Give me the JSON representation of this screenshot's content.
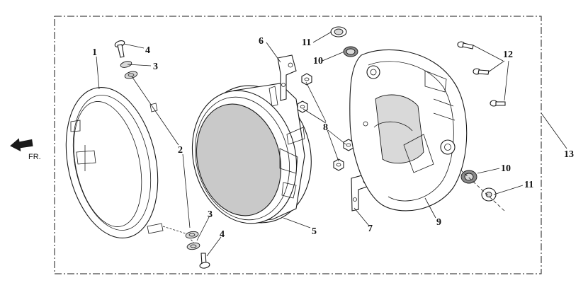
{
  "diagram": {
    "direction_label": "FR.",
    "callouts": {
      "ring": "1",
      "washer_upper": "2",
      "washer_lower": "2",
      "nut_upper": "3",
      "nut_lower": "3",
      "screw_upper": "4",
      "screw_lower": "4",
      "headlight_unit": "5",
      "stay_upper": "6",
      "stay_lower": "7",
      "nuts_group": "8",
      "case": "9",
      "grommet_upper": "10",
      "grommet_lower": "10",
      "cap_upper": "11",
      "cap_lower": "11",
      "bolts": "12",
      "assembly": "13"
    }
  }
}
